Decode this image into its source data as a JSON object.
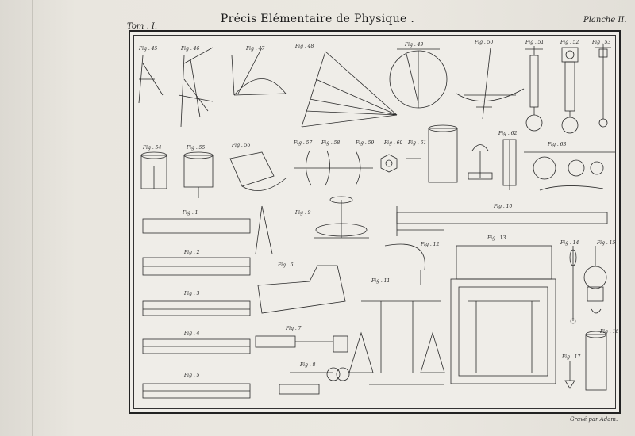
{
  "header": {
    "title": "Précis Elémentaire de Physique .",
    "tome": "Tom . I.",
    "planche": "Planche II."
  },
  "footer": {
    "engraver": "Gravé par Adam."
  },
  "figure_labels": [
    "Fig . 45",
    "Fig . 46",
    "Fig . 47",
    "Fig . 48",
    "Fig . 49",
    "Fig . 50",
    "Fig . 51",
    "Fig . 52",
    "Fig . 53",
    "Fig . 54",
    "Fig . 55",
    "Fig . 56",
    "Fig . 57",
    "Fig . 58",
    "Fig . 59",
    "Fig . 60",
    "Fig . 61",
    "Fig . 62",
    "Fig . 63",
    "Fig . 1",
    "Fig . 9",
    "Fig . 10",
    "Fig . 2",
    "Fig . 6",
    "Fig . 11",
    "Fig . 12",
    "Fig . 13",
    "Fig . 14",
    "Fig . 15",
    "Fig . 3",
    "Fig . 4",
    "Fig . 7",
    "Fig . 5",
    "Fig . 8",
    "Fig . 16",
    "Fig . 17"
  ]
}
